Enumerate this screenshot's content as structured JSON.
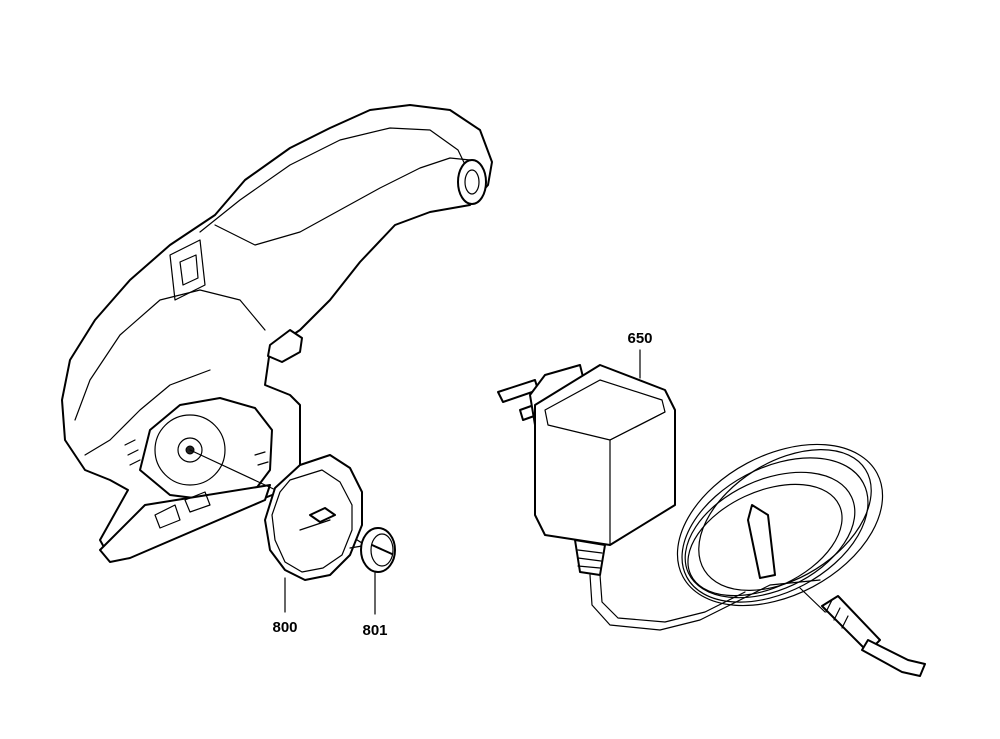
{
  "callouts": [
    {
      "label": "650"
    },
    {
      "label": "800"
    },
    {
      "label": "801"
    }
  ]
}
